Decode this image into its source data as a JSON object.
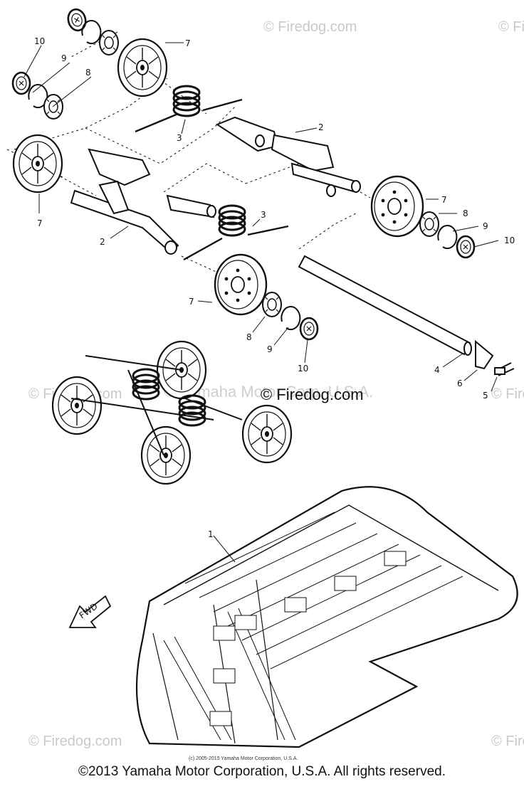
{
  "watermarks": {
    "firedog": "© Firedog.com",
    "yamaha_faded": "© Yamaha Motor Corp. U.S.A."
  },
  "overlay_watermark": "© Firedog.com",
  "small_copyright": "(c) 2005-2015 Yamaha Motor Corporation, U.S.A.",
  "copyright": "©2013 Yamaha Motor Corporation, U.S.A. All rights reserved.",
  "fwd_label": "FWD",
  "callouts": {
    "c1": "1",
    "c2a": "2",
    "c2b": "2",
    "c3a": "3",
    "c3b": "3",
    "c4": "4",
    "c5": "5",
    "c6": "6",
    "c7a": "7",
    "c7b": "7",
    "c7c": "7",
    "c7d": "7",
    "c8a": "8",
    "c8b": "8",
    "c8c": "8",
    "c9a": "9",
    "c9b": "9",
    "c9c": "9",
    "c10a": "10",
    "c10b": "10",
    "c10c": "10"
  }
}
